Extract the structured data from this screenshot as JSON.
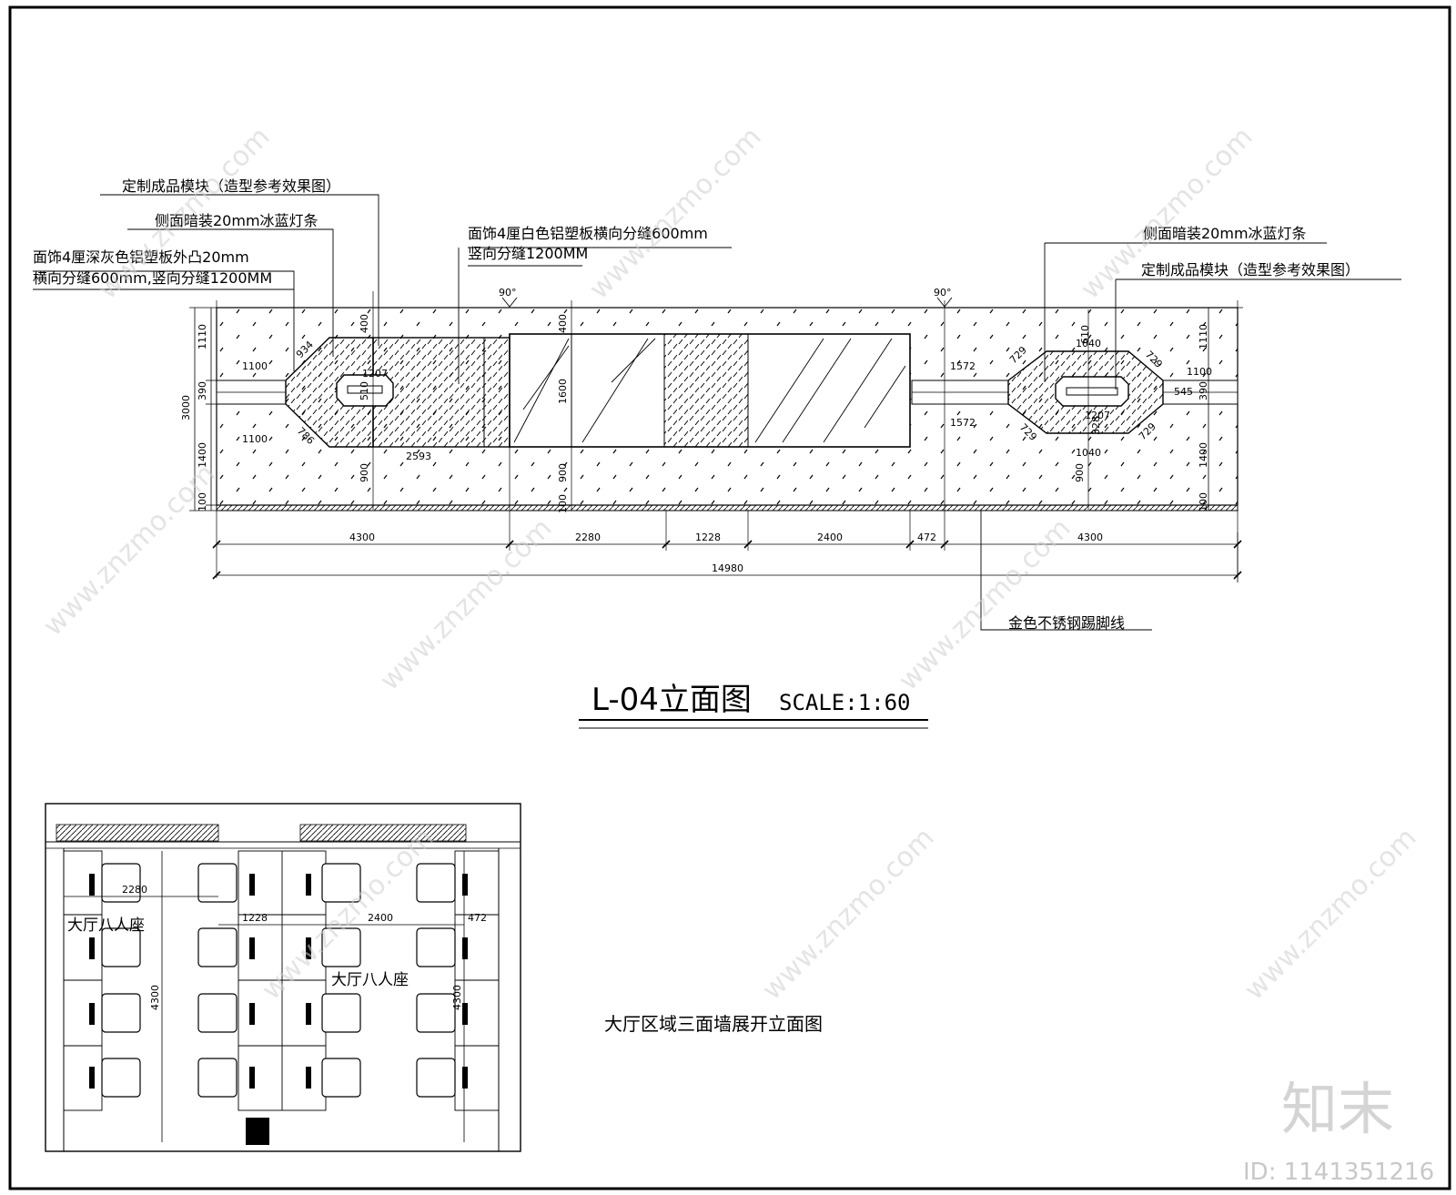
{
  "annotations": {
    "left_module": "定制成品模块（造型参考效果图）",
    "left_light": "侧面暗装20mm冰蓝灯条",
    "left_panel_1": "面饰4厘深灰色铝塑板外凸20mm",
    "left_panel_2": "横向分缝600mm,竖向分缝1200MM",
    "center_panel_1": "面饰4厘白色铝塑板横向分缝600mm",
    "center_panel_2": "竖向分缝1200MM",
    "right_light": "侧面暗装20mm冰蓝灯条",
    "right_module": "定制成品模块（造型参考效果图）",
    "skirting": "金色不锈钢踢脚线"
  },
  "title": {
    "main": "L-04立面图",
    "scale": "SCALE:1:60"
  },
  "angles": [
    "90°",
    "90°"
  ],
  "dimensions": {
    "bottom_segments": [
      "4300",
      "2280",
      "1228",
      "2400",
      "472",
      "4300"
    ],
    "total": "14980",
    "left_vertical": [
      "1110",
      "390",
      "1400",
      "100"
    ],
    "left_total": "3000",
    "right_vertical": [
      "1110",
      "390",
      "1400",
      "100"
    ],
    "misc": {
      "l1100_top": "1100",
      "l1100_bot": "1100",
      "l2593": "2593",
      "l934": "934",
      "l786": "786",
      "l400_a": "400",
      "l400_b": "400",
      "l1600": "1600",
      "l1207_a": "1207",
      "l1207_b": "1207",
      "l900_a": "900",
      "l900_b": "900",
      "l900_c": "900",
      "l100": "100",
      "l1572_top": "1572",
      "l1572_bot": "1572",
      "l729_a": "729",
      "l729_b": "729",
      "l729_c": "729",
      "l729_d": "729",
      "l1040_top": "1040",
      "l1040_bot": "1040",
      "l1100_r": "1100",
      "l545": "545",
      "l510": "510",
      "l328": "328",
      "l610": "610"
    }
  },
  "plan": {
    "seat_label_1": "大厅八人座",
    "seat_label_2": "大厅八人座",
    "dims": [
      "2280",
      "1228",
      "2400",
      "472",
      "4300",
      "4300"
    ],
    "caption": "大厅区域三面墙展开立面图"
  },
  "watermark": {
    "brand": "知末",
    "id": "ID: 1141351216",
    "site": "www.znzmo.com"
  }
}
